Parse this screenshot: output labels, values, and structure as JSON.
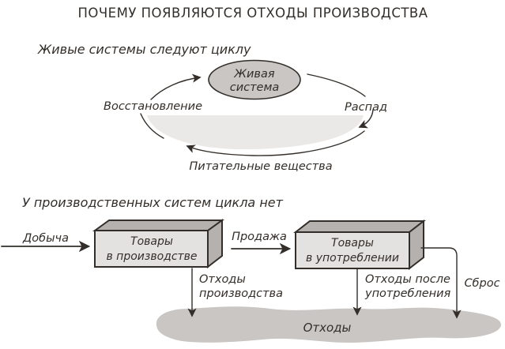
{
  "title": "ПОЧЕМУ ПОЯВЛЯЮТСЯ ОТХОДЫ ПРОИЗВОДСТВА",
  "colors": {
    "ink": "#332e29",
    "node_fill": "#c9c6c3",
    "lens_fill": "#eae9e7",
    "box_front_fill": "#e4e2e0",
    "box_side_fill": "#b4b1ae",
    "pool_fill": "#c9c6c4"
  },
  "living_cycle": {
    "heading": "Живые системы следуют циклу",
    "node_line1": "Живая",
    "node_line2": "система",
    "left_label": "Восстановление",
    "right_label": "Распад",
    "bottom_label": "Питательные вещества"
  },
  "production_flow": {
    "heading": "У производственных систем цикла нет",
    "input_arrow_label": "Добыча",
    "box1_line1": "Товары",
    "box1_line2": "в производстве",
    "sale_arrow_label": "Продажа",
    "box2_line1": "Товары",
    "box2_line2": "в употреблении",
    "waste1_line1": "Отходы",
    "waste1_line2": "производства",
    "waste2_line1": "Отходы после",
    "waste2_line2": "употребления",
    "discharge_label": "Сброс",
    "pool_label": "Отходы"
  }
}
